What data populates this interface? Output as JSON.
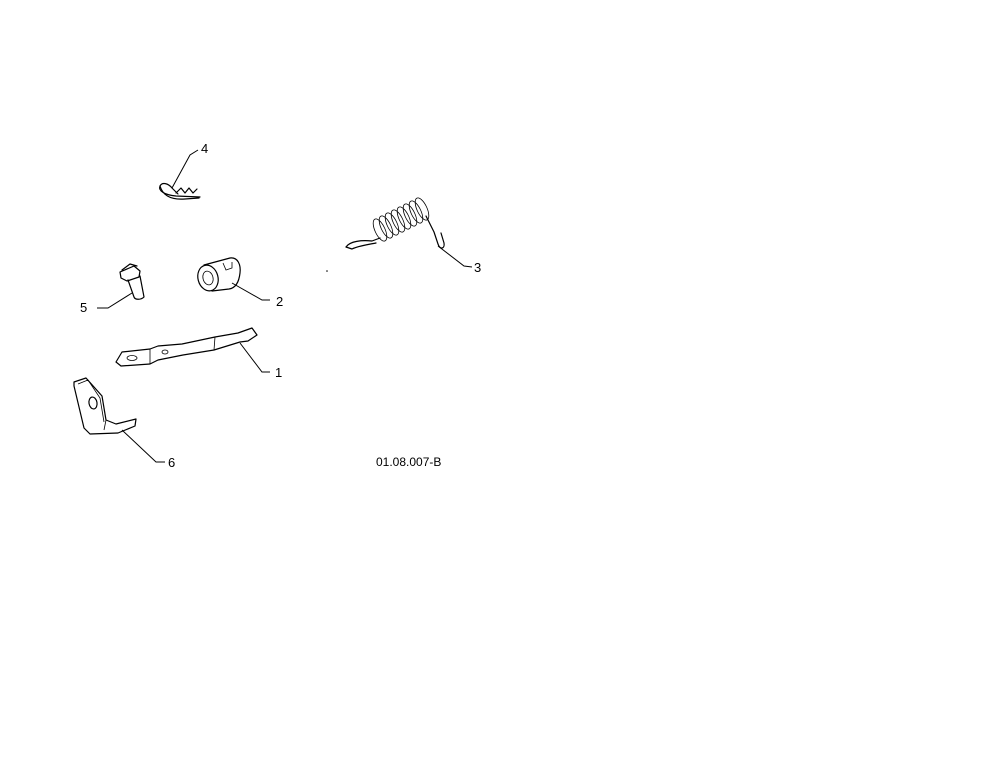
{
  "diagram": {
    "reference_code": "01.08.007-B",
    "callouts": [
      {
        "id": "1",
        "label": "1"
      },
      {
        "id": "2",
        "label": "2"
      },
      {
        "id": "3",
        "label": "3"
      },
      {
        "id": "4",
        "label": "4"
      },
      {
        "id": "5",
        "label": "5"
      },
      {
        "id": "6",
        "label": "6"
      }
    ]
  }
}
